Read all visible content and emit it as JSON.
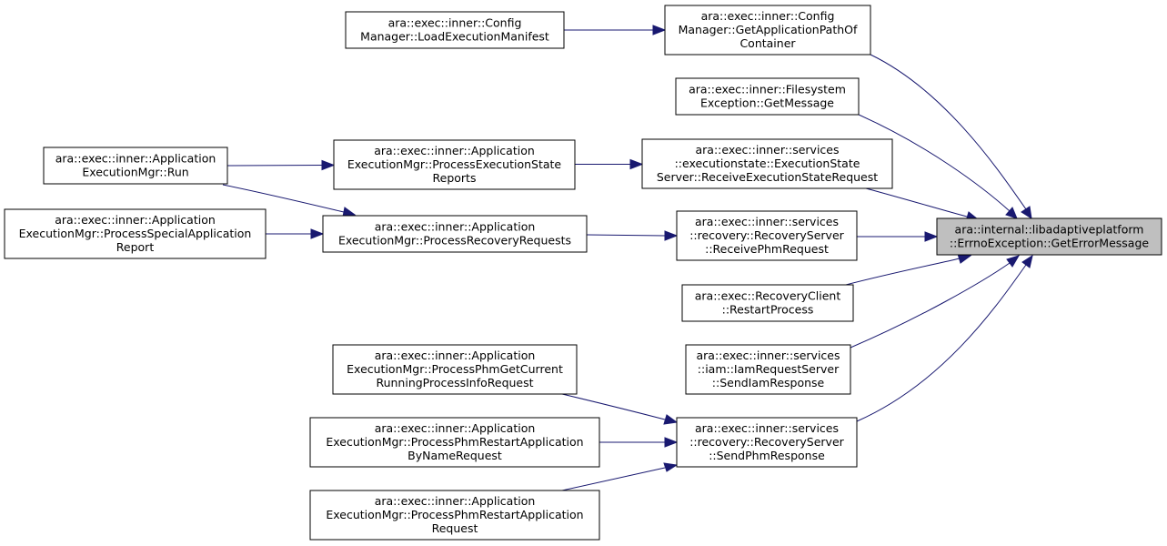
{
  "nodes": {
    "target": [
      "ara::internal::libadaptiveplatform",
      "::ErrnoException::GetErrorMessage"
    ],
    "get_app_path": [
      "ara::exec::inner::Config",
      "Manager::GetApplicationPathOf",
      "Container"
    ],
    "load_manifest": [
      "ara::exec::inner::Config",
      "Manager::LoadExecutionManifest"
    ],
    "fs_get_message": [
      "ara::exec::inner::Filesystem",
      "Exception::GetMessage"
    ],
    "receive_exec_state": [
      "ara::exec::inner::services",
      "::executionstate::ExecutionState",
      "Server::ReceiveExecutionStateRequest"
    ],
    "process_exec_state": [
      "ara::exec::inner::Application",
      "ExecutionMgr::ProcessExecutionState",
      "Reports"
    ],
    "run": [
      "ara::exec::inner::Application",
      "ExecutionMgr::Run"
    ],
    "receive_phm": [
      "ara::exec::inner::services",
      "::recovery::RecoveryServer",
      "::ReceivePhmRequest"
    ],
    "process_recovery": [
      "ara::exec::inner::Application",
      "ExecutionMgr::ProcessRecoveryRequests"
    ],
    "process_special": [
      "ara::exec::inner::Application",
      "ExecutionMgr::ProcessSpecialApplication",
      "Report"
    ],
    "restart_process": [
      "ara::exec::RecoveryClient",
      "::RestartProcess"
    ],
    "send_iam": [
      "ara::exec::inner::services",
      "::iam::IamRequestServer",
      "::SendIamResponse"
    ],
    "send_phm": [
      "ara::exec::inner::services",
      "::recovery::RecoveryServer",
      "::SendPhmResponse"
    ],
    "phm_current": [
      "ara::exec::inner::Application",
      "ExecutionMgr::ProcessPhmGetCurrent",
      "RunningProcessInfoRequest"
    ],
    "phm_restart_byname": [
      "ara::exec::inner::Application",
      "ExecutionMgr::ProcessPhmRestartApplication",
      "ByNameRequest"
    ],
    "phm_restart": [
      "ara::exec::inner::Application",
      "ExecutionMgr::ProcessPhmRestartApplication",
      "Request"
    ]
  },
  "edges": [
    [
      "load_manifest",
      "get_app_path"
    ],
    [
      "get_app_path",
      "target"
    ],
    [
      "fs_get_message",
      "target"
    ],
    [
      "receive_exec_state",
      "target"
    ],
    [
      "receive_phm",
      "target"
    ],
    [
      "restart_process",
      "target"
    ],
    [
      "send_iam",
      "target"
    ],
    [
      "send_phm",
      "target"
    ],
    [
      "run",
      "process_exec_state"
    ],
    [
      "process_exec_state",
      "receive_exec_state"
    ],
    [
      "run",
      "process_recovery"
    ],
    [
      "process_special",
      "process_recovery"
    ],
    [
      "process_recovery",
      "receive_phm"
    ],
    [
      "phm_current",
      "send_phm"
    ],
    [
      "phm_restart_byname",
      "send_phm"
    ],
    [
      "phm_restart",
      "send_phm"
    ]
  ],
  "colors": {
    "edge": "#191970",
    "node_border": "#000000",
    "node_fill": "#ffffff",
    "focus_fill": "#bfbfbf"
  }
}
